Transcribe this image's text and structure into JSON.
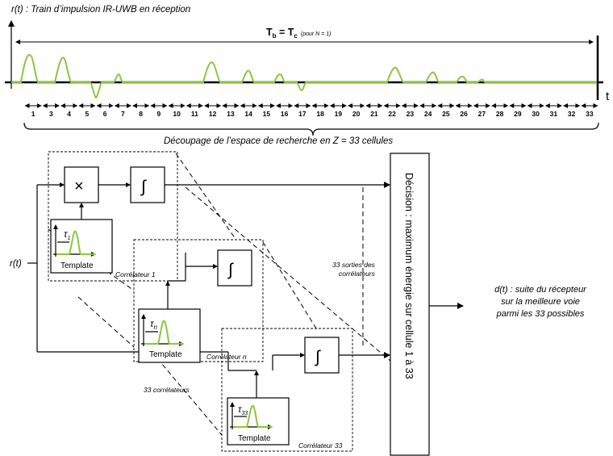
{
  "title": "r(t) : Train d’impulsion IR-UWB en réception",
  "period_label": {
    "main": "T",
    "sub_b": "b",
    "eq": " = T",
    "sub_c": "c",
    "note": "(pour N = 1)"
  },
  "time_axis_label": "t",
  "cells": [
    "1",
    "3",
    "4",
    "5",
    "6",
    "7",
    "8",
    "9",
    "10",
    "11",
    "12",
    "13",
    "14",
    "15",
    "16",
    "17",
    "18",
    "19",
    "20",
    "21",
    "22",
    "23",
    "24",
    "25",
    "26",
    "27",
    "28",
    "29",
    "30",
    "31",
    "32",
    "33"
  ],
  "cells_caption": "Découpage de l’espace de recherche en Z = 33 cellules",
  "input_label": "r(t)",
  "multiplier_symbol": "×",
  "integrator_symbol": "∫",
  "template_label": "Template",
  "tau_symbol": "τ",
  "correlators": [
    {
      "label": "Corrélateur 1",
      "tau_index": "1"
    },
    {
      "label": "Corrélateur n",
      "tau_index": "n"
    },
    {
      "label": "Corrélateur 33",
      "tau_index": "33"
    }
  ],
  "outputs_note_1": "33 sorties des",
  "outputs_note_2": "corrélateurs",
  "count_note": "33 corrélateurs",
  "decision_label": "Décision : maximum énergie sur cellule 1 à 33",
  "output_text": [
    "d(t) : suite du récepteur",
    "sur la meilleure voie",
    "parmi les 33 possibles"
  ],
  "colors": {
    "pulse": "#8dc63f",
    "lines": "#000000"
  }
}
